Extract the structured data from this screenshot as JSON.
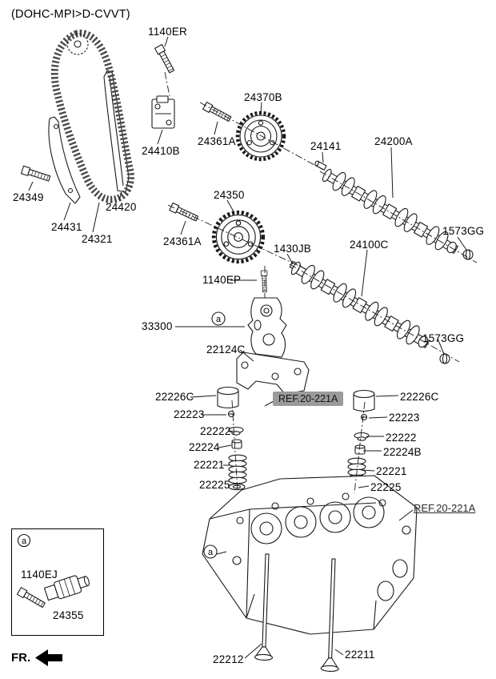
{
  "title": "(DOHC-MPI>D-CVVT)",
  "fr": "FR.",
  "legend_marker": "a",
  "parts": {
    "1140ER": "1140ER",
    "24370B": "24370B",
    "24361A": "24361A",
    "24410B": "24410B",
    "24141": "24141",
    "24200A": "24200A",
    "1573GG": "1573GG",
    "24349": "24349",
    "24431": "24431",
    "24420": "24420",
    "24321": "24321",
    "24350": "24350",
    "1430JB": "1430JB",
    "24100C": "24100C",
    "1140EP": "1140EP",
    "33300": "33300",
    "22124C": "22124C",
    "22226C": "22226C",
    "22223": "22223",
    "22222": "22222",
    "22224": "22224",
    "22224B": "22224B",
    "22221": "22221",
    "22225": "22225",
    "ref": "REF.20-221A",
    "1140EJ": "1140EJ",
    "24355": "24355",
    "22212": "22212",
    "22211": "22211"
  }
}
